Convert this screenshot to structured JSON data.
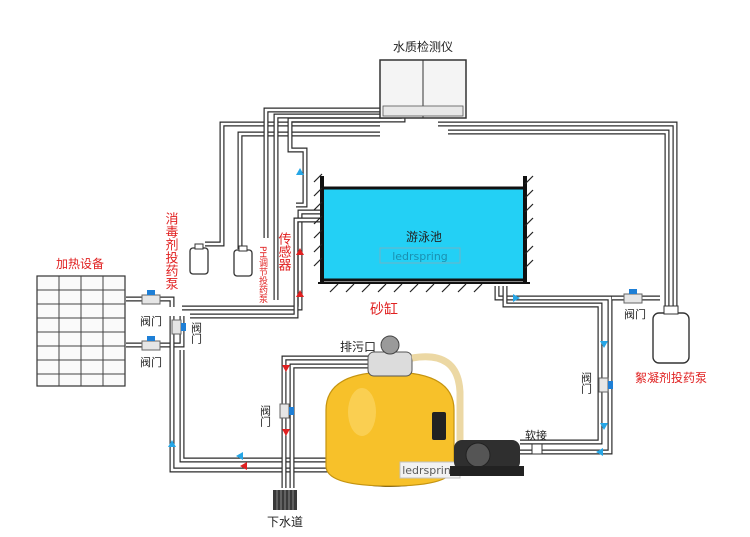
{
  "labels": {
    "water_quality_monitor": "水质检测仪",
    "pool": "游泳池",
    "pool_watermark": "ledrspring",
    "disinfectant_pump": "消毒剂投药泵",
    "ph_pump": "PH调节投药泵",
    "sensor": "传感器",
    "heating": "加热设备",
    "valve": "阀门",
    "sand_filter": "砂缸",
    "drain_outlet": "排污口",
    "sewer": "下水道",
    "flocculant_pump": "絮凝剂投药泵",
    "soft_joint": "软接",
    "filter_watermark": "ledrspring"
  },
  "colors": {
    "pool_water": "#23d0f5",
    "pipe": "#2b2b2b",
    "filter_body": "#f7c12a",
    "flow_red": "#e02020",
    "flow_blue": "#26a6e6",
    "valve_blue": "#1e7fd6"
  },
  "icons": [
    "valve-icon",
    "flow-arrow-icon",
    "pump-icon",
    "tank-icon"
  ]
}
